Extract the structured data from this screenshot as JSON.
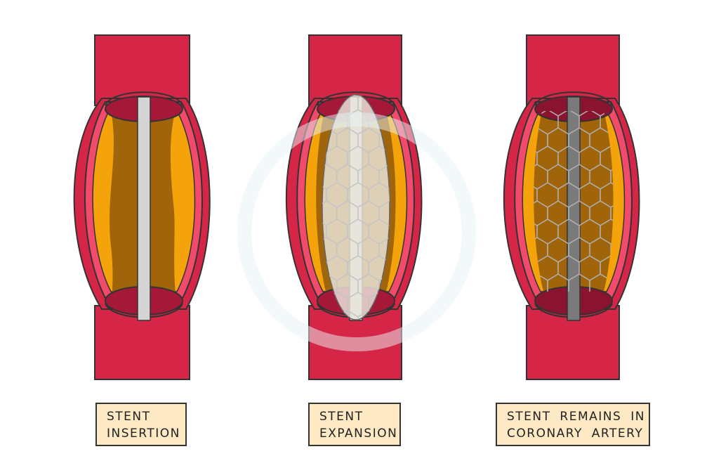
{
  "panels": [
    {
      "label_lines": [
        "STENT",
        "INSERTION"
      ]
    },
    {
      "label_lines": [
        "STENT",
        "EXPANSION"
      ]
    },
    {
      "label_lines": [
        "STENT REMAINS IN",
        "CORONARY ARTERY"
      ]
    }
  ],
  "colors": {
    "artery_wall": "#d62648",
    "artery_wall_inner": "#f24a6a",
    "plaque": "#f5a30a",
    "lumen_dark": "#a0640a",
    "opening": "#a61838",
    "stent_rod": "#d4d4d4",
    "balloon": "#ece8dd",
    "expanded_stent_rod": "#7a7a7a",
    "mesh_line": "#b5b5b5",
    "label_bg": "#fde9c4",
    "outline": "#333333"
  }
}
